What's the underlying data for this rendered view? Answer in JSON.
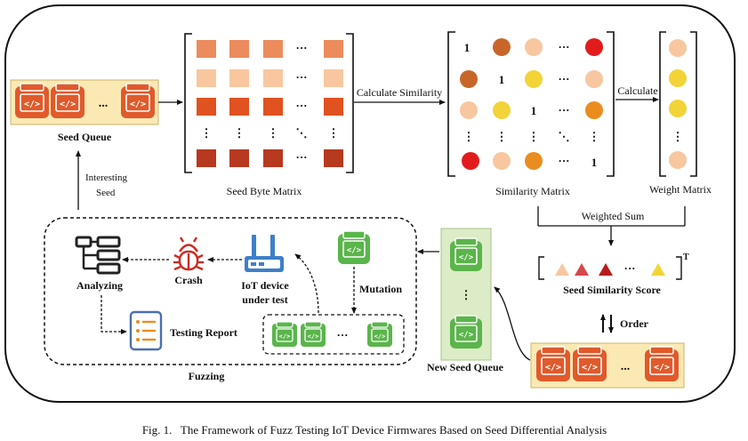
{
  "seed_queue": {
    "label": "Seed Queue",
    "ellipsis": "..."
  },
  "interesting_seed": {
    "line1": "Interesting",
    "line2": "Seed"
  },
  "seed_byte_matrix": {
    "label": "Seed Byte Matrix"
  },
  "calculate_similarity": {
    "label": "Calculate Similarity"
  },
  "similarity_matrix": {
    "label": "Similarity Matrix",
    "diag_one": "1"
  },
  "calculate": {
    "label": "Calculate"
  },
  "weight_matrix": {
    "label": "Weight Matrix"
  },
  "weighted_sum": {
    "label": "Weighted Sum"
  },
  "seed_similarity_score": {
    "label": "Seed Similarity Score",
    "superscript": "T"
  },
  "order": {
    "label": "Order"
  },
  "new_seed_queue": {
    "label": "New Seed Queue"
  },
  "mutation": {
    "label": "Mutation"
  },
  "iot_device": {
    "line1": "IoT device",
    "line2": "under test"
  },
  "crash": {
    "label": "Crash"
  },
  "analyzing": {
    "label": "Analyzing"
  },
  "testing_report": {
    "label": "Testing Report"
  },
  "fuzzing": {
    "label": "Fuzzing"
  },
  "caption": {
    "text": "Fig. 1.   The Framework of Fuzz Testing IoT Device Firmwares Based on Seed Differential Analysis"
  },
  "colors": {
    "seed_orange": "#e05a2b",
    "seed_green": "#5ab54b",
    "queue_bg": "#fbe9b3",
    "new_queue_bg": "#dcecc6",
    "router_blue": "#3e7fc9",
    "bug_red": "#cc2b22"
  }
}
